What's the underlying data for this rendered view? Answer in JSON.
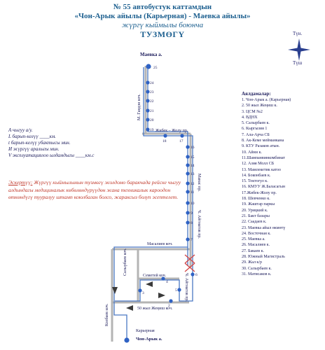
{
  "header": {
    "line1": "№ 55 автобустук каттамдын",
    "line2": "«Чон-Арык айылы (Карьерная) - Маевка айылы»",
    "line3": "жүргү кыймылы боюнча",
    "line4": "ТУЗМӨГҮ"
  },
  "compass": {
    "north": "Түн.",
    "south": "Түш"
  },
  "legend": {
    "title": "Аялдамалар:",
    "items": [
      "1. Чон-Арык а. (Карьерная)",
      "2. 50 жыл Жеңиш к.",
      "3. ЦСМ №2",
      "4. ВДНХ",
      "5. Салырбаев к.",
      "6. Кыргызия 1",
      "7. Ала-Арча СБ",
      "8. Ак-Кеме мейманкана",
      "9. КТУ Разаков атын.",
      "10. Айни к.",
      "11.Шампанвинкомбинат",
      "12. Азия Молл СБ",
      "13. Мамлекетик катоо",
      "14. Боконбаев к.",
      "15. Токтогул к.",
      "16. КМУУ Ж.Баласагын",
      "17.Жибек-Жолу пр.",
      "18. Шевченко к.",
      "19. Жаштар паркы",
      "20. Урицкий к.",
      "21. Бакт базары",
      "22. Саадаев к.",
      "23. Маевка айыл өкмөтү",
      "24. Восточная к.",
      "25. Маевка а.",
      "26. Масалиев к.",
      "27. Бакаев к.",
      "28. Южный Магистраль",
      "29. Жал к/р",
      "30. Салырбаев к.",
      "31. Матисаков к."
    ]
  },
  "info": {
    "lines": [
      "А чыгуу а/у.",
      "L барып-келүү ____км.",
      "t барып-келүү убактысы     мин.",
      "И жүргүү аралыгы     мин.",
      "V эксплуатациялоо ылдамдыгы ____км.с"
    ]
  },
  "note": {
    "lead": "Эскертүү:",
    "text": " Жүргүү кыймылынын тузмөгү жолдомо баракчада рейске чыгуу алдындагы медициналык көбөлөндүрүүдөн жана техникалык кароодон өткөндүгү тууралуу штамп коюлбаган болсо, жараксыз болуп эсептелет."
  },
  "map": {
    "labels": {
      "maevka": "Маевка а.",
      "chon_aryk": "Чон-Арык а.",
      "karernaya": "Карьерная",
      "gagarin": "М. Гандзи коч.",
      "jibek": "Жибек – Жолу пр.",
      "manas": "Манас пр.",
      "aytmatov": "Ч. Айтматов пр.",
      "masaliev": "Масалиев коч.",
      "salyrbaev": "Салырбаев коч.",
      "semetey": "Семетей коч.",
      "kolbaev": "Колбаев коч.",
      "fifty_years": "50 жыл Жеңиш коч."
    },
    "stops": [
      "25",
      "24",
      "23",
      "22",
      "21",
      "20",
      "19",
      "18",
      "17",
      "16",
      "15",
      "14",
      "13",
      "12",
      "11",
      "10",
      "9",
      "8",
      "7",
      "6",
      "5",
      "4",
      "3",
      "2",
      "1"
    ]
  }
}
